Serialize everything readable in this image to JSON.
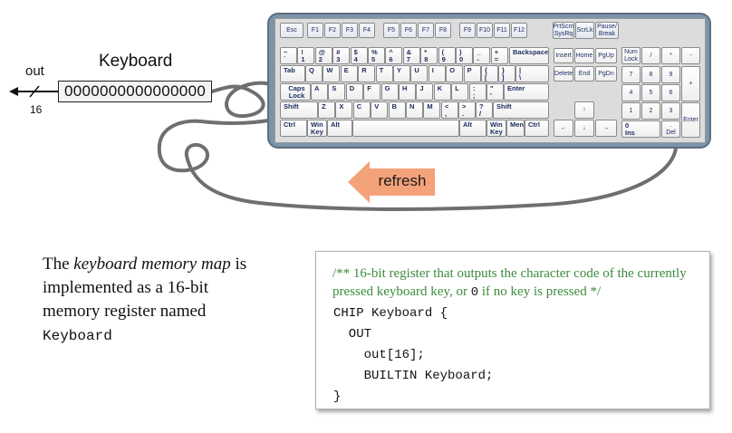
{
  "register": {
    "name": "Keyboard",
    "value": "0000000000000000",
    "output_pin": "out",
    "bus_width": "16"
  },
  "refresh": {
    "label": "refresh",
    "color": "#f4a27a"
  },
  "keyboard": {
    "frame_color": "#7d94a8",
    "keys": {
      "esc": "Esc",
      "f1": "F1",
      "f2": "F2",
      "f3": "F3",
      "f4": "F4",
      "f5": "F5",
      "f6": "F6",
      "f7": "F7",
      "f8": "F8",
      "f9": "F9",
      "f10": "F10",
      "f11": "F11",
      "f12": "F12",
      "prtscr_top": "PrtScrn",
      "prtscr_bottom": "SysRq",
      "scrlk": "ScrLk",
      "pause_top": "Pause/",
      "pause_bottom": "Break",
      "num_row": [
        {
          "top": "~",
          "bottom": "`"
        },
        {
          "top": "!",
          "bottom": "1"
        },
        {
          "top": "@",
          "bottom": "2"
        },
        {
          "top": "#",
          "bottom": "3"
        },
        {
          "top": "$",
          "bottom": "4"
        },
        {
          "top": "%",
          "bottom": "5"
        },
        {
          "top": "^",
          "bottom": "6"
        },
        {
          "top": "&",
          "bottom": "7"
        },
        {
          "top": "*",
          "bottom": "8"
        },
        {
          "top": "(",
          "bottom": "9"
        },
        {
          "top": ")",
          "bottom": "0"
        },
        {
          "top": "_",
          "bottom": "-"
        },
        {
          "top": "+",
          "bottom": "="
        }
      ],
      "backspace": "Backspace",
      "tab": "Tab",
      "qrow": [
        "Q",
        "W",
        "E",
        "R",
        "T",
        "Y",
        "U",
        "I",
        "O",
        "P"
      ],
      "bracket_l": {
        "top": "{",
        "bottom": "["
      },
      "bracket_r": {
        "top": "}",
        "bottom": "]"
      },
      "pipe": {
        "top": "|",
        "bottom": "\\"
      },
      "capslock": "Caps Lock",
      "arow": [
        "A",
        "S",
        "D",
        "F",
        "G",
        "H",
        "J",
        "K",
        "L"
      ],
      "semicolon": {
        "top": ":",
        "bottom": ";"
      },
      "quote": {
        "top": "\"",
        "bottom": "'"
      },
      "enter": "Enter",
      "shift": "Shift",
      "zrow": [
        "Z",
        "X",
        "C",
        "V",
        "B",
        "N",
        "M"
      ],
      "comma": {
        "top": "<",
        "bottom": ","
      },
      "period": {
        "top": ">",
        "bottom": "."
      },
      "slash": {
        "top": "?",
        "bottom": "/"
      },
      "ctrl": "Ctrl",
      "win_top": "Win",
      "win_bottom": "Key",
      "alt": "Alt",
      "menu": "Menu",
      "insert": "Insert",
      "home": "Home",
      "pgup": "PgUp",
      "delete": "Delete",
      "end": "End",
      "pgdn": "PgDn",
      "arrow_up": "↑",
      "arrow_left": "←",
      "arrow_down": "↓",
      "arrow_right": "→",
      "numlock_top": "Num",
      "numlock_bottom": "Lock",
      "np_div": "/",
      "np_mul": "*",
      "np_sub": "-",
      "np_add": "+",
      "np7": "7",
      "np8": "8",
      "np9": "9",
      "np4": "4",
      "np5": "5",
      "np6": "6",
      "np1": "1",
      "np2": "2",
      "np3": "3",
      "np0_top": "0",
      "np0_bottom": "Ins",
      "npdot_top": ".",
      "npdot_bottom": "Del",
      "np_enter": "Enter"
    }
  },
  "description": {
    "part1": "The ",
    "italic": "keyboard memory map",
    "part2": " is implemented as a 16-bit memory register named ",
    "mono": "Keyboard"
  },
  "code": {
    "comment_before": "/** 16-bit register that outputs the character code of the currently pressed keyboard key, or ",
    "comment_zero": "0",
    "comment_after": " if no key is pressed */",
    "lines": [
      "CHIP Keyboard {",
      "  OUT",
      "    out[16];",
      "    BUILTIN Keyboard;",
      "}"
    ]
  }
}
